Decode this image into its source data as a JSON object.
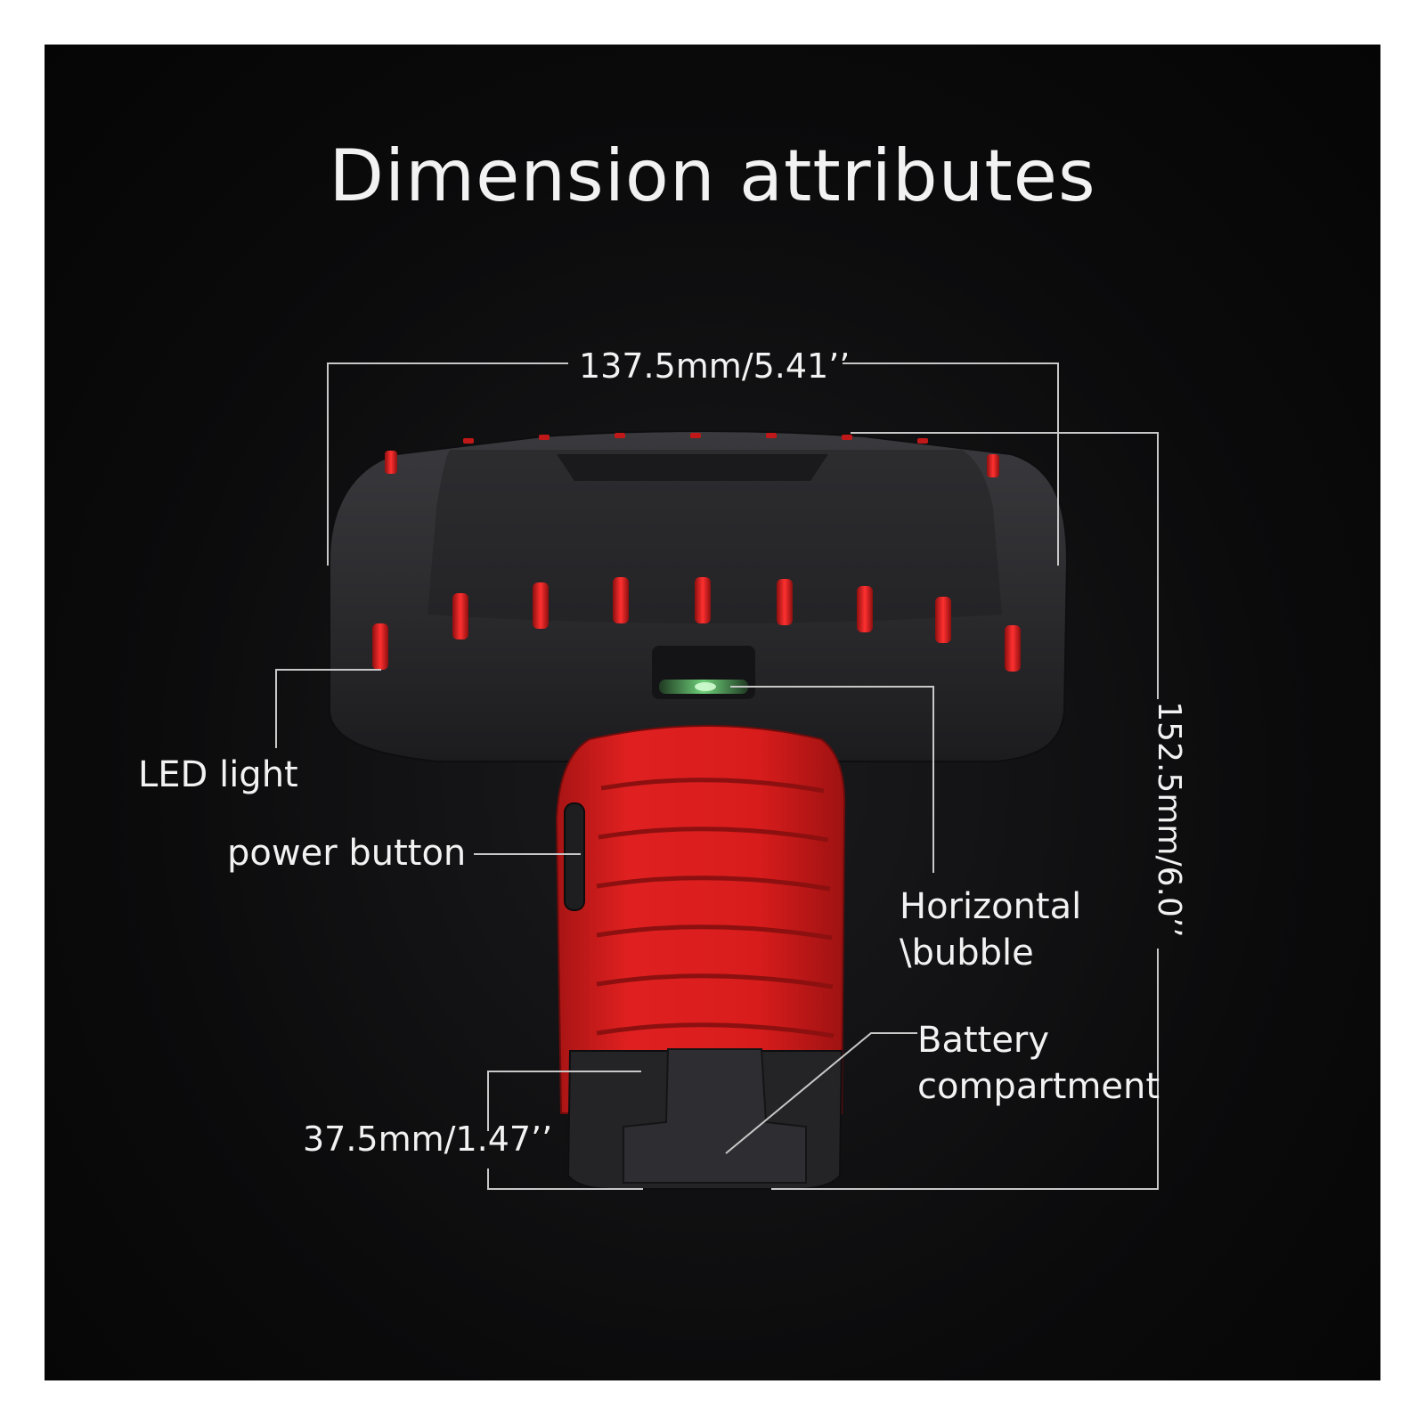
{
  "title": "Dimension attributes",
  "dimensions": {
    "width": "137.5mm/5.41’’",
    "height": "152.5mm/6.0’’",
    "depth": "37.5mm/1.47’’"
  },
  "callouts": {
    "led_light": "LED light",
    "power_button": "power button",
    "horizontal_bubble_line1": "Horizontal",
    "horizontal_bubble_line2": "\\bubble",
    "battery_line1": "Battery",
    "battery_line2": "compartment"
  },
  "colors": {
    "background": "#0b0b0c",
    "device_body": "#2a2a2d",
    "accent_red": "#d81c1c",
    "text": "#f2f2f2",
    "leader_lines": "#c8c8c8"
  }
}
